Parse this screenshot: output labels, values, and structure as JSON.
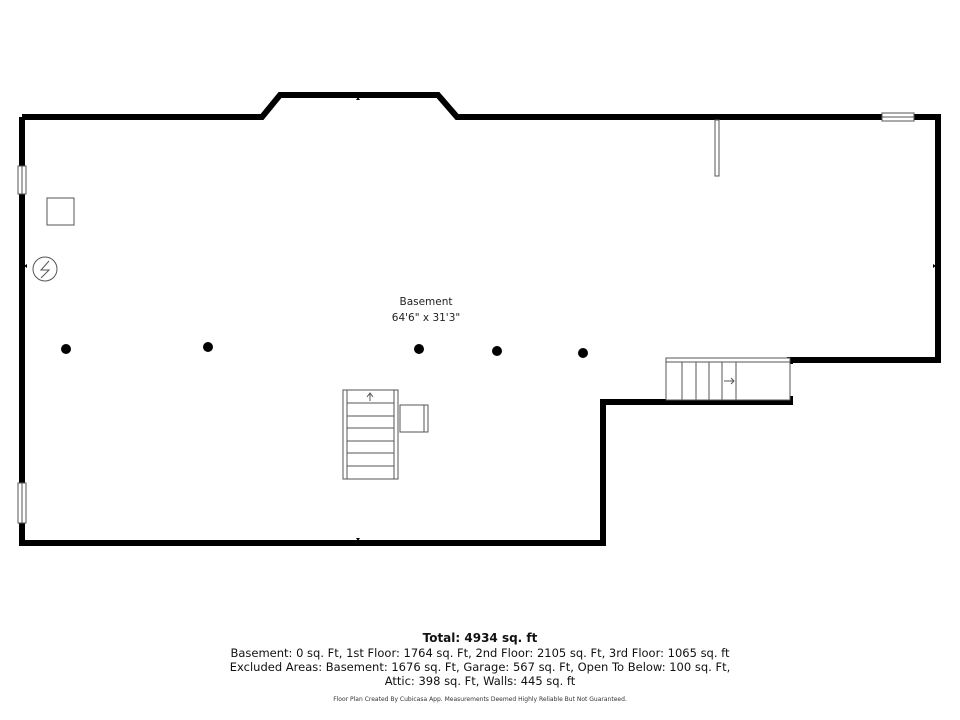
{
  "floor_plan": {
    "room": {
      "name": "Basement",
      "dimensions": "64'6\" x 31'3\""
    }
  },
  "summary": {
    "total": "Total: 4934 sq. ft",
    "line1": "Basement: 0 sq. Ft, 1st Floor: 1764 sq. Ft, 2nd Floor: 2105 sq. Ft, 3rd Floor: 1065 sq. ft",
    "line2": "Excluded Areas: Basement: 1676 sq. Ft, Garage: 567 sq. Ft, Open To Below: 100 sq. Ft,",
    "line3": "Attic: 398 sq. Ft, Walls: 445 sq. ft"
  },
  "credit": "Floor Plan Created By Cubicasa App. Measurements Deemed Highly Reliable But Not Guaranteed.",
  "colors": {
    "wall": "#000000",
    "background": "#ffffff",
    "fixture_stroke": "#555555"
  }
}
